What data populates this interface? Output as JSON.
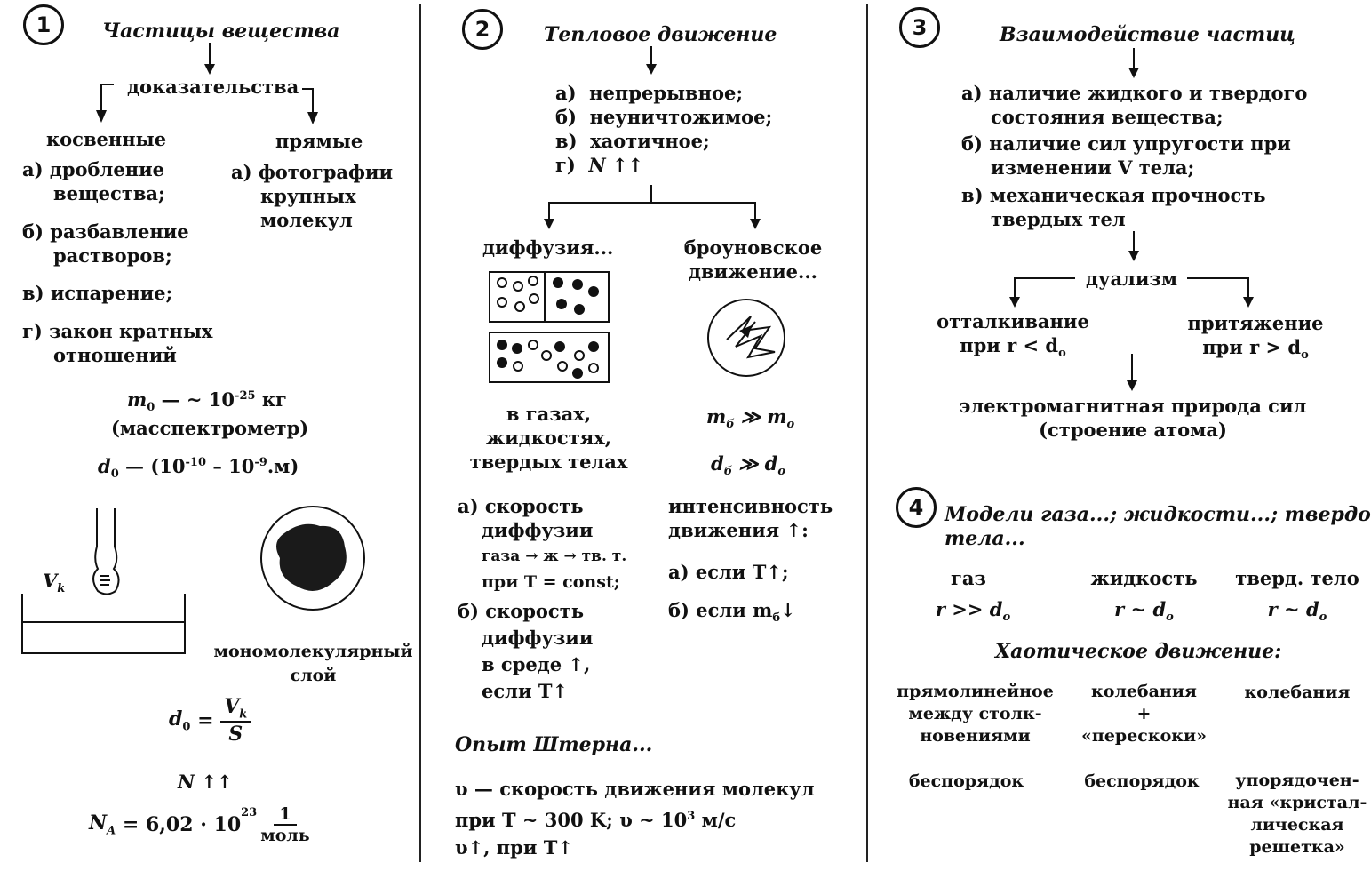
{
  "col1": {
    "number": "1",
    "title": "Частицы вещества",
    "evidence": "доказательства",
    "indirect": "косвенные",
    "direct": "прямые",
    "indirect_items": [
      [
        "а)",
        "дробление",
        "вещества;"
      ],
      [
        "б)",
        "разбавление",
        "растворов;"
      ],
      [
        "в)",
        "испарение;",
        ""
      ],
      [
        "г)",
        "закон кратных",
        "отношений"
      ]
    ],
    "direct_item": [
      "а)",
      "фотографии",
      "крупных",
      "молекул"
    ],
    "mass_prefix": "m",
    "mass_sub": "0",
    "mass_mid": " — ~ 10",
    "mass_exp": "-25",
    "mass_unit": " кг",
    "mass_device": "(масспектрометр)",
    "d_prefix": "d",
    "d_sub": "0",
    "d_mid": " — (10",
    "d_exp1": "-10",
    "d_mid2": " – 10",
    "d_exp2": "-9",
    "d_unit": ".м)",
    "vk_label": "V",
    "vk_sub": "k",
    "mono_line1": "мономолекулярный",
    "mono_line2": "слой",
    "formula_lhs": "d",
    "formula_lhs_sub": "0",
    "formula_eq": " = ",
    "formula_num": "V",
    "formula_num_sub": "k",
    "formula_den": "S",
    "n_line": "N ↑↑",
    "na_lhs": "N",
    "na_sub": "A",
    "na_mid": " = 6,02 · 10",
    "na_exp": "23",
    "na_frac_num": "1",
    "na_frac_den": "моль"
  },
  "col2": {
    "number": "2",
    "title": "Тепловое движение",
    "props": [
      [
        "а)",
        "непрерывное;"
      ],
      [
        "б)",
        "неуничтожимое;"
      ],
      [
        "в)",
        "хаотичное;"
      ],
      [
        "г)",
        "N ↑↑"
      ]
    ],
    "diffusion": "диффузия...",
    "brownian_line1": "броуновское",
    "brownian_line2": "движение...",
    "media": [
      "в газах,",
      "жидкостях,",
      "твердых телах"
    ],
    "mb_ge_m": "m",
    "mb_sub": "б",
    "mb_rel": " ≫ m",
    "mb_sub2": "o",
    "db": "d",
    "db_sub": "б",
    "db_rel": " ≫ d",
    "db_sub2": "o",
    "speed_a": [
      "а) скорость",
      "диффузии",
      "газа → ж → тв. т.",
      "при T = const;"
    ],
    "speed_b": [
      "б)  скорость",
      "диффузии",
      "в среде ↑,",
      "если T↑"
    ],
    "intensity": [
      "интенсивность",
      "движения ↑:"
    ],
    "intensity_a": "а)  если T↑;",
    "intensity_b_prefix": "б)  если m",
    "intensity_b_sub": "б",
    "intensity_b_suffix": "↓",
    "stern": "Опыт Штерна...",
    "stern_lines": [
      "υ — скорость движения молекул",
      "при T ~ 300 K; υ ~ 10",
      "υ↑, при T↑"
    ],
    "stern_exp": "3",
    "stern_unit": " м/с"
  },
  "col3": {
    "number": "3",
    "title": "Взаимодействие частиц",
    "items": [
      [
        "а)",
        "наличие жидкого и твердого",
        "состояния вещества;"
      ],
      [
        "б)",
        "наличие сил упругости при",
        "изменении V тела;"
      ],
      [
        "в)",
        "механическая прочность",
        "твердых тел"
      ]
    ],
    "dualism": "дуализм",
    "repulsion": "отталкивание",
    "repulsion_cond": "при r < d",
    "attraction": "притяжение",
    "attraction_cond": "при r > d",
    "cond_sub": "o",
    "em_line1": "электромагнитная природа сил",
    "em_line2": "(строение атома)"
  },
  "col4": {
    "number": "4",
    "title_line1": "Модели газа...; жидкости...; твердого",
    "title_line2": "тела...",
    "states": [
      "газ",
      "жидкость",
      "тверд. тело"
    ],
    "relations": [
      "r >> d",
      "r ~ d",
      "r ~ d"
    ],
    "rel_sub": "o",
    "chaotic": "Хаотическое движение:",
    "motion_gas": [
      "прямолинейное",
      "между столк-",
      "новениями"
    ],
    "motion_liquid": [
      "колебания",
      "+",
      "«перескоки»"
    ],
    "motion_solid": [
      "колебания"
    ],
    "order_gas": "беспорядок",
    "order_liquid": "беспорядок",
    "order_solid": [
      "упорядочен-",
      "ная «кристал-",
      "лическая",
      "решетка»"
    ]
  }
}
